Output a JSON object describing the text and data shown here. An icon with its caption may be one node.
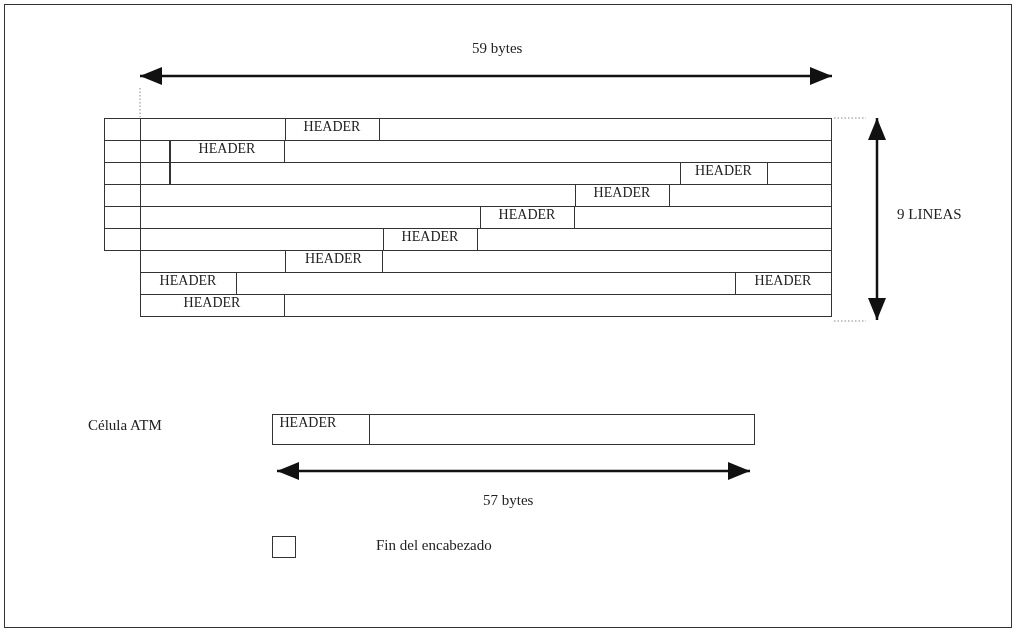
{
  "diagram": {
    "nodes": [
      {
        "text": [],
        "shape": "bar"
      },
      {
        "text": [
          "HEADER"
        ],
        "in": 0
      },
      {
        "text": [],
        "shape": "bar"
      },
      {
        "text": [
          "HEADER"
        ],
        "in": 2
      },
      {
        "text": [],
        "shape": "bar"
      },
      {
        "text": [
          "HEADER"
        ],
        "in": 4
      },
      {
        "text": [],
        "shape": "bar"
      },
      {
        "text": [
          "HEADER"
        ],
        "in": 6
      },
      {
        "text": [],
        "shape": "bar"
      },
      {
        "text": [
          "HEADER"
        ],
        "in": 8
      },
      {
        "text": [],
        "shape": "bar"
      },
      {
        "text": [
          "HEADER"
        ],
        "in": 10
      },
      {
        "text": [],
        "shape": "bar"
      },
      {
        "text": [
          "HEADER"
        ],
        "in": 12
      },
      {
        "text": [],
        "shape": "bar"
      },
      {
        "text": [
          "HEADER"
        ],
        "in": 14
      },
      {
        "text": [
          "HEADER"
        ],
        "in": 14
      },
      {
        "text": [],
        "shape": "bar"
      },
      {
        "text": [
          "HEADER"
        ],
        "in": 17
      },
      {
        "text": [],
        "shape": "bar"
      },
      {
        "text": [
          "HEADER"
        ],
        "in": 19
      }
    ],
    "labels": [
      "59 bytes",
      "9 LINEAS",
      "Célula ATM",
      "57 bytes"
    ],
    "legend": [
      {
        "text": "Fin del encabezado"
      }
    ]
  }
}
